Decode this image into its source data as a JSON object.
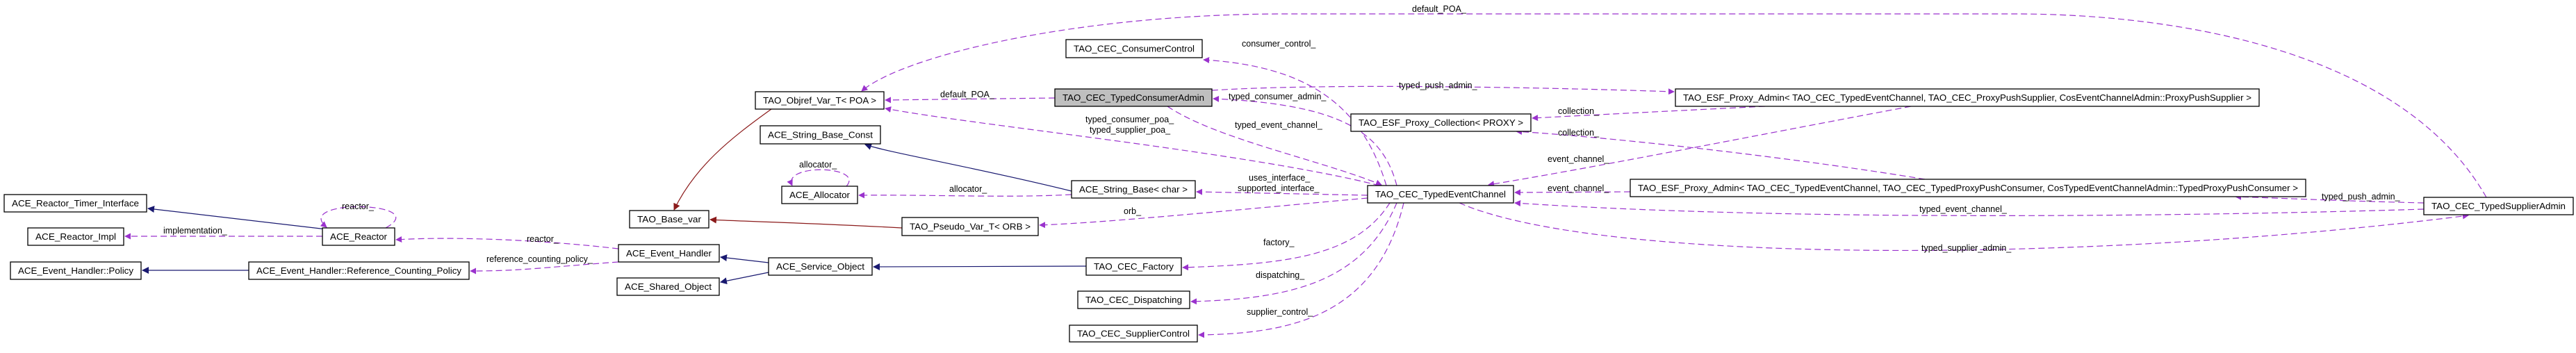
{
  "diagram": {
    "type": "collaboration",
    "focus_node": "typed_consumer_admin",
    "colors": {
      "usage": "#9a32cd",
      "inherit": "#191970",
      "template": "#8b1a1a",
      "focus_fill": "#bfbfbf"
    },
    "nodes": {
      "consumer_control": "TAO_CEC_ConsumerControl",
      "objref_poa": "TAO_Objref_Var_T< POA >",
      "typed_consumer_admin": "TAO_CEC_TypedConsumerAdmin",
      "string_base_const": "ACE_String_Base_Const",
      "allocator": "ACE_Allocator",
      "string_base_char": "ACE_String_Base< char >",
      "proxy_collection": "TAO_ESF_Proxy_Collection< PROXY >",
      "proxy_admin_supplier": "TAO_ESF_Proxy_Admin< TAO_CEC_TypedEventChannel, TAO_CEC_ProxyPushSupplier, CosEventChannelAdmin::ProxyPushSupplier >",
      "typed_event_channel": "TAO_CEC_TypedEventChannel",
      "proxy_admin_consumer": "TAO_ESF_Proxy_Admin< TAO_CEC_TypedEventChannel, TAO_CEC_TypedProxyPushConsumer, CosTypedEventChannelAdmin::TypedProxyPushConsumer >",
      "typed_supplier_admin": "TAO_CEC_TypedSupplierAdmin",
      "reactor_timer_interface": "ACE_Reactor_Timer_Interface",
      "reactor_impl": "ACE_Reactor_Impl",
      "event_handler_policy": "ACE_Event_Handler::Policy",
      "reactor": "ACE_Reactor",
      "reference_counting_policy": "ACE_Event_Handler::Reference_Counting_Policy",
      "base_var": "TAO_Base_var",
      "pseudo_var_orb": "TAO_Pseudo_Var_T< ORB >",
      "event_handler": "ACE_Event_Handler",
      "shared_object": "ACE_Shared_Object",
      "service_object": "ACE_Service_Object",
      "factory": "TAO_CEC_Factory",
      "dispatching": "TAO_CEC_Dispatching",
      "supplier_control": "TAO_CEC_SupplierControl"
    },
    "edges": [
      {
        "from": "typed_event_channel",
        "to": "consumer_control",
        "kind": "usage",
        "labels": [
          "consumer_control_"
        ]
      },
      {
        "from": "typed_consumer_admin",
        "to": "objref_poa",
        "kind": "usage",
        "labels": [
          "default_POA_"
        ]
      },
      {
        "from": "typed_supplier_admin",
        "to": "objref_poa",
        "kind": "usage",
        "labels": [
          "default_POA_"
        ]
      },
      {
        "from": "typed_consumer_admin",
        "to": "proxy_admin_supplier",
        "kind": "usage",
        "labels": [
          "typed_push_admin_"
        ]
      },
      {
        "from": "typed_event_channel",
        "to": "typed_consumer_admin",
        "kind": "usage",
        "labels": [
          "typed_consumer_admin_"
        ]
      },
      {
        "from": "typed_consumer_admin",
        "to": "typed_event_channel",
        "kind": "usage",
        "labels": [
          "typed_event_channel_"
        ]
      },
      {
        "from": "typed_event_channel",
        "to": "objref_poa",
        "kind": "usage",
        "labels": [
          "typed_consumer_poa_",
          "typed_supplier_poa_"
        ]
      },
      {
        "from": "proxy_admin_supplier",
        "to": "proxy_collection",
        "kind": "usage",
        "labels": [
          "collection_"
        ]
      },
      {
        "from": "proxy_admin_consumer",
        "to": "proxy_collection",
        "kind": "usage",
        "labels": [
          "collection_"
        ]
      },
      {
        "from": "proxy_admin_supplier",
        "to": "typed_event_channel",
        "kind": "usage",
        "labels": [
          "event_channel_"
        ]
      },
      {
        "from": "proxy_admin_consumer",
        "to": "typed_event_channel",
        "kind": "usage",
        "labels": [
          "event_channel_"
        ]
      },
      {
        "from": "typed_supplier_admin",
        "to": "proxy_admin_consumer",
        "kind": "usage",
        "labels": [
          "typed_push_admin_"
        ]
      },
      {
        "from": "typed_supplier_admin",
        "to": "typed_event_channel",
        "kind": "usage",
        "labels": [
          "typed_event_channel_"
        ]
      },
      {
        "from": "typed_event_channel",
        "to": "typed_supplier_admin",
        "kind": "usage",
        "labels": [
          "typed_supplier_admin_"
        ]
      },
      {
        "from": "typed_event_channel",
        "to": "string_base_char",
        "kind": "usage",
        "labels": [
          "uses_interface_",
          "supported_interface_"
        ]
      },
      {
        "from": "typed_event_channel",
        "to": "pseudo_var_orb",
        "kind": "usage",
        "labels": [
          "orb_"
        ]
      },
      {
        "from": "typed_event_channel",
        "to": "factory",
        "kind": "usage",
        "labels": [
          "factory_"
        ]
      },
      {
        "from": "typed_event_channel",
        "to": "dispatching",
        "kind": "usage",
        "labels": [
          "dispatching_"
        ]
      },
      {
        "from": "typed_event_channel",
        "to": "supplier_control",
        "kind": "usage",
        "labels": [
          "supplier_control_"
        ]
      },
      {
        "from": "string_base_char",
        "to": "allocator",
        "kind": "usage",
        "labels": [
          "allocator_"
        ]
      },
      {
        "from": "allocator",
        "to": "allocator",
        "kind": "usage",
        "labels": [
          "allocator_"
        ]
      },
      {
        "from": "string_base_char",
        "to": "string_base_const",
        "kind": "inherit",
        "labels": []
      },
      {
        "from": "pseudo_var_orb",
        "to": "base_var",
        "kind": "template",
        "labels": []
      },
      {
        "from": "objref_poa",
        "to": "base_var",
        "kind": "template",
        "labels": []
      },
      {
        "from": "factory",
        "to": "service_object",
        "kind": "inherit",
        "labels": []
      },
      {
        "from": "service_object",
        "to": "event_handler",
        "kind": "inherit",
        "labels": []
      },
      {
        "from": "service_object",
        "to": "shared_object",
        "kind": "inherit",
        "labels": []
      },
      {
        "from": "reactor",
        "to": "reactor_timer_interface",
        "kind": "inherit",
        "labels": []
      },
      {
        "from": "reactor",
        "to": "reactor",
        "kind": "usage",
        "labels": [
          "reactor_"
        ]
      },
      {
        "from": "reactor",
        "to": "reactor_impl",
        "kind": "usage",
        "labels": [
          "implementation_"
        ]
      },
      {
        "from": "event_handler",
        "to": "reactor",
        "kind": "usage",
        "labels": [
          "reactor_"
        ]
      },
      {
        "from": "event_handler",
        "to": "reference_counting_policy",
        "kind": "usage",
        "labels": [
          "reference_counting_policy_"
        ]
      },
      {
        "from": "reference_counting_policy",
        "to": "event_handler_policy",
        "kind": "inherit",
        "labels": []
      }
    ]
  }
}
